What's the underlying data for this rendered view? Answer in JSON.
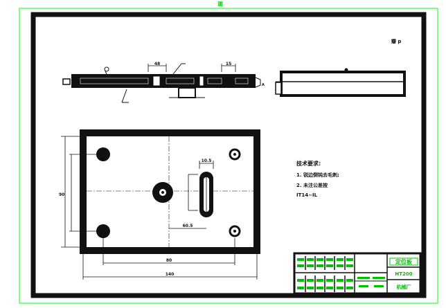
{
  "drawing": {
    "top_marker": "甜",
    "scale_note": "瓣 p",
    "tech_notes": {
      "heading": "技术要求:",
      "line1": "1. 锐边倒钝去毛刺;",
      "line2": "2. 未注公差按",
      "line3": "IT14~IL"
    },
    "dimensions": {
      "height_outer": "90",
      "width_inner": "80",
      "width_outer": "140",
      "slot_offset": "60.5",
      "slot_width": "10.5",
      "top_dim1": "48",
      "top_dim2": "15"
    },
    "title_block": {
      "drawing_name": "定位板",
      "material": "HT200",
      "company": "机械厂"
    },
    "colors": {
      "frame_green": "#00ff00",
      "line_dark": "#111111",
      "title_green": "#00c000"
    }
  }
}
